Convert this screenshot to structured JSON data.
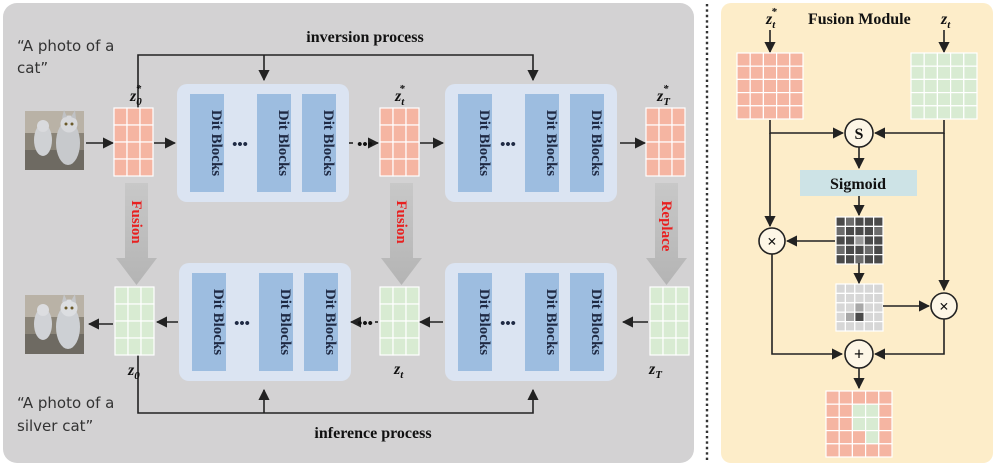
{
  "left_panel": {
    "top_prompt": [
      "“A photo of a",
      "cat”"
    ],
    "bottom_prompt": [
      "“A photo of a",
      "silver cat”"
    ],
    "inversion_label": "inversion process",
    "inference_label": "inference process",
    "block_label": "Dit Blocks",
    "ellipsis": "•••",
    "fusion_label": "Fusion",
    "replace_label": "Replace",
    "latents_top": [
      {
        "base": "z",
        "sub": "0",
        "sup": "*"
      },
      {
        "base": "z",
        "sub": "t",
        "sup": "*"
      },
      {
        "base": "z",
        "sub": "T",
        "sup": "*"
      }
    ],
    "latents_bottom": [
      {
        "base": "z",
        "sub": "0",
        "sup": ""
      },
      {
        "base": "z",
        "sub": "t",
        "sup": ""
      },
      {
        "base": "z",
        "sub": "T",
        "sup": ""
      }
    ]
  },
  "right_panel": {
    "title": "Fusion Module",
    "input_left": {
      "base": "z",
      "sub": "t",
      "sup": "*"
    },
    "input_right": {
      "base": "z",
      "sub": "t",
      "sup": ""
    },
    "select_symbol": "S",
    "sigmoid_label": "Sigmoid",
    "multiply_symbol": "×",
    "add_symbol": "+"
  },
  "colors": {
    "left_bg": "#d3d2d3",
    "right_bg": "#fdedc9",
    "dit_panel": "#dbe4f2",
    "dit_block": "#9dbde0",
    "latent_red": "#f5b5a2",
    "latent_green": "#d8ebd2",
    "red_text": "#e82020",
    "sigmoid_box": "#cde3e6"
  }
}
